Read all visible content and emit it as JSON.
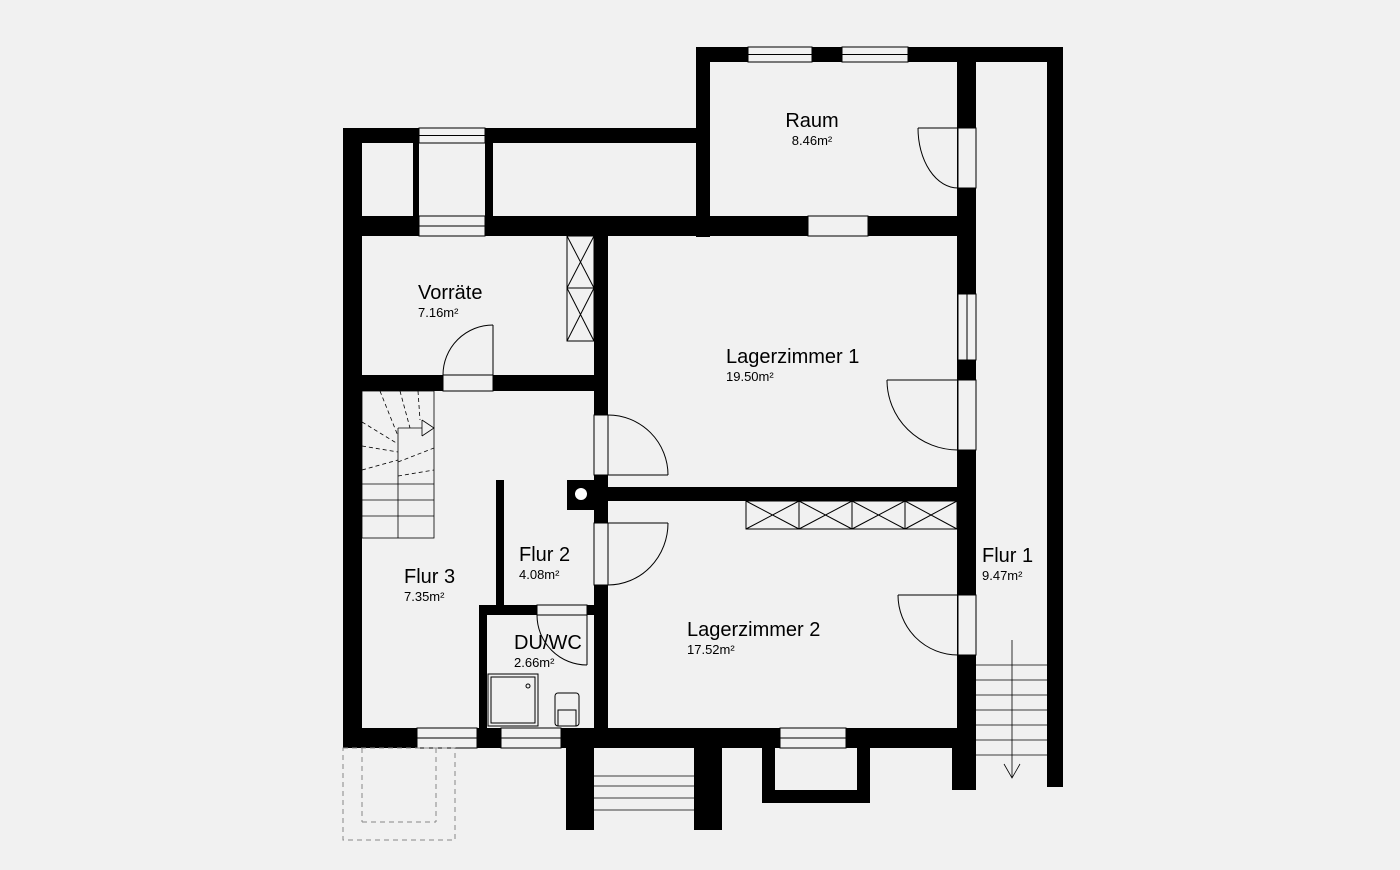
{
  "rooms": {
    "raum": {
      "name": "Raum",
      "area": "8.46m²"
    },
    "vorraete": {
      "name": "Vorräte",
      "area": "7.16m²"
    },
    "lagerzimmer_1": {
      "name": "Lagerzimmer 1",
      "area": "19.50m²"
    },
    "lagerzimmer_2": {
      "name": "Lagerzimmer 2",
      "area": "17.52m²"
    },
    "flur_1": {
      "name": "Flur 1",
      "area": "9.47m²"
    },
    "flur_2": {
      "name": "Flur 2",
      "area": "4.08m²"
    },
    "flur_3": {
      "name": "Flur 3",
      "area": "7.35m²"
    },
    "du_wc": {
      "name": "DU/WC",
      "area": "2.66m²"
    }
  },
  "colors": {
    "background": "#f1f1f1",
    "wall": "#000000",
    "line": "#000000",
    "dashed": "#888888"
  }
}
